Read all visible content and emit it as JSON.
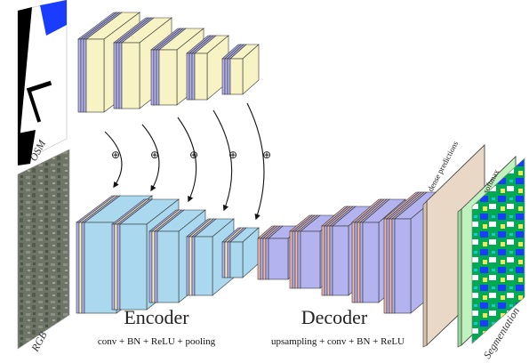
{
  "labels": {
    "osm": "OSM",
    "rgb": "RGB",
    "encoder": "Encoder",
    "encoder_ops": "conv + BN + ReLU + pooling",
    "decoder": "Decoder",
    "decoder_ops": "upsampling + conv + BN + ReLU",
    "dense_predictions": "dense predictions",
    "softmax": "softmax",
    "segmentation": "Segmentation",
    "fusion_symbol": "⊕"
  },
  "colors": {
    "osm_block": "#f7f3c4",
    "conv_face": "#b3b3ef",
    "encoder_block": "#aad9ef",
    "decoder_block": "#b3b3ef",
    "upsample_stripe": "#f2b8ae",
    "dense_block": "#ead8c6",
    "softmax_block": "#bff2bf"
  }
}
